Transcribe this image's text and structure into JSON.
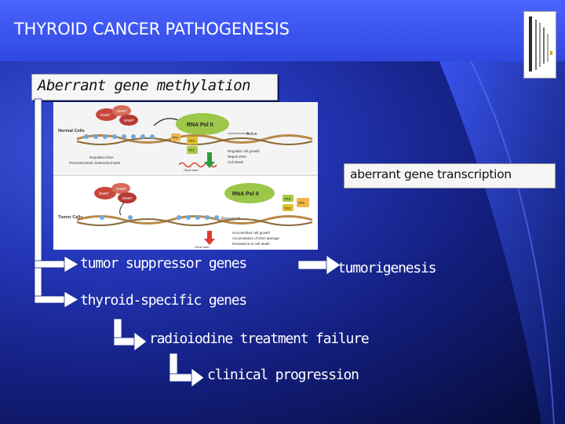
{
  "title": "THYROID CANCER PATHOGENESIS",
  "methylation_label": "Aberrant gene methylation",
  "transcription_label": "aberrant gene transcription",
  "figure": {
    "normal_panel": {
      "row_label": "Normal Cells",
      "dnmt_a": "DNMT",
      "dnmt_b": "DNMT",
      "dnmt_c": "DNMT",
      "pol": "RNA Pol II",
      "status": "Active",
      "tf_a": "TF3",
      "tf_b": "TF3",
      "tf_c": "TF1",
      "note_a": "Repetitive DNA",
      "note_b": "Pericentromeric heterochromatin",
      "effect_a": "Regulate cell growth",
      "effect_b": "Repair DNA",
      "effect_c": "Cell death",
      "gene_start": "Gene start"
    },
    "tumor_panel": {
      "row_label": "Tumor Cells",
      "dnmt_a": "DNMT",
      "dnmt_b": "DNMT",
      "dnmt_c": "DNMT",
      "pol": "RNA Pol II",
      "status": "Repressed",
      "tf_a": "TF3",
      "tf_b": "TF2",
      "tf_c": "TF5",
      "effect_a": "Uncontrolled cell growth",
      "effect_b": "Accumulation of DNA damage",
      "effect_c": "Resistance to cell death",
      "gene_start": "Gene start"
    }
  },
  "flow": {
    "tumor_suppressor": "tumor suppressor genes",
    "tumorigenesis": "tumorigenesis",
    "thyroid_specific": "thyroid-specific genes",
    "radioiodine": "radioiodine treatment failure",
    "progression": "clinical progression"
  },
  "colors": {
    "slide_blue": "#2436b8",
    "header_blue": "#4a63ff",
    "arrow_white": "#ffffff"
  }
}
